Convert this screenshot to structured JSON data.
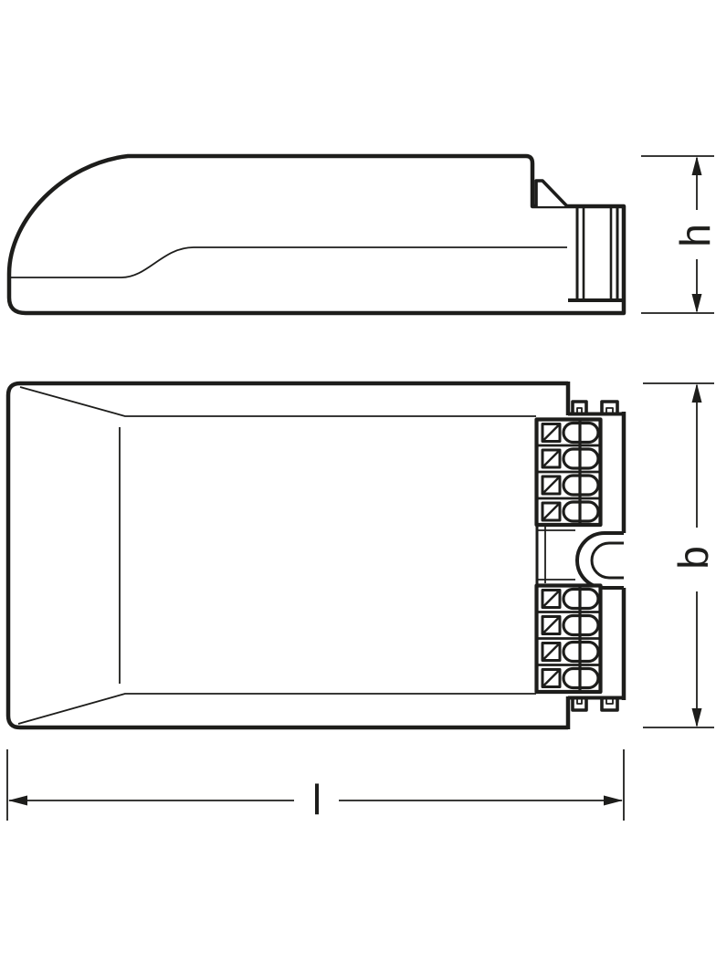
{
  "figure": {
    "type": "technical-dimension-drawing",
    "background_color": "#ffffff",
    "line_color": "#1d1d1b",
    "dimension_labels": {
      "height": "h",
      "width": "b",
      "length": "l"
    },
    "terminals": {
      "top_block_rows": 4,
      "bottom_block_rows": 4
    }
  }
}
